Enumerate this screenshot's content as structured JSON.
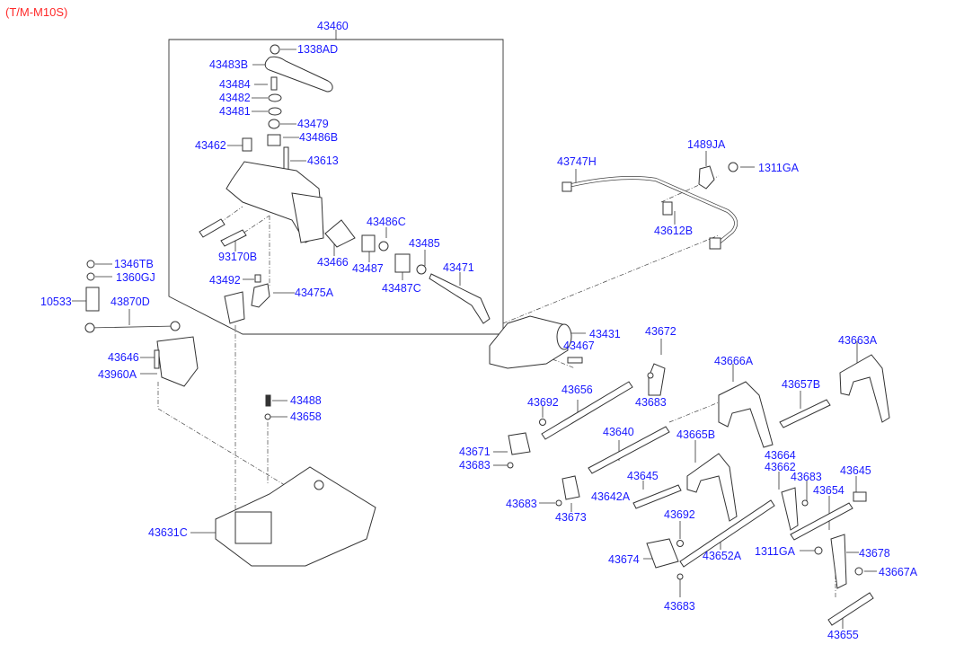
{
  "title": "(T/M-M10S)",
  "colors": {
    "title": "#ff2a2a",
    "label": "#1a1aff",
    "line": "#333333"
  },
  "labels": {
    "p43460": "43460",
    "p1338AD": "1338AD",
    "p43483B": "43483B",
    "p43484": "43484",
    "p43482": "43482",
    "p43481": "43481",
    "p43479": "43479",
    "p43486B": "43486B",
    "p43462": "43462",
    "p43613": "43613",
    "p43486C": "43486C",
    "p43485": "43485",
    "p43466": "43466",
    "p43487": "43487",
    "p43471": "43471",
    "p43487C": "43487C",
    "p93170B": "93170B",
    "p43492": "43492",
    "p43475A": "43475A",
    "p1346TB": "1346TB",
    "p1360GJ": "1360GJ",
    "p10533": "10533",
    "p43870D": "43870D",
    "p43646": "43646",
    "p43960A": "43960A",
    "p43488": "43488",
    "p43658": "43658",
    "p43631C": "43631C",
    "p43747H": "43747H",
    "p1489JA": "1489JA",
    "p1311GA_top": "1311GA",
    "p43612B": "43612B",
    "p43431": "43431",
    "p43467": "43467",
    "p43672": "43672",
    "p43663A": "43663A",
    "p43666A": "43666A",
    "p43657B": "43657B",
    "p43692_a": "43692",
    "p43656": "43656",
    "p43683_a": "43683",
    "p43671": "43671",
    "p43683_b": "43683",
    "p43640": "43640",
    "p43665B": "43665B",
    "p43664": "43664",
    "p43662": "43662",
    "p43683_c": "43683",
    "p43645_a": "43645",
    "p43645_b": "43645",
    "p43654": "43654",
    "p43683_d": "43683",
    "p43642A": "43642A",
    "p43673": "43673",
    "p43692_b": "43692",
    "p43652A": "43652A",
    "p1311GA_bottom": "1311GA",
    "p43678": "43678",
    "p43674": "43674",
    "p43667A": "43667A",
    "p43683_e": "43683",
    "p43655": "43655"
  }
}
